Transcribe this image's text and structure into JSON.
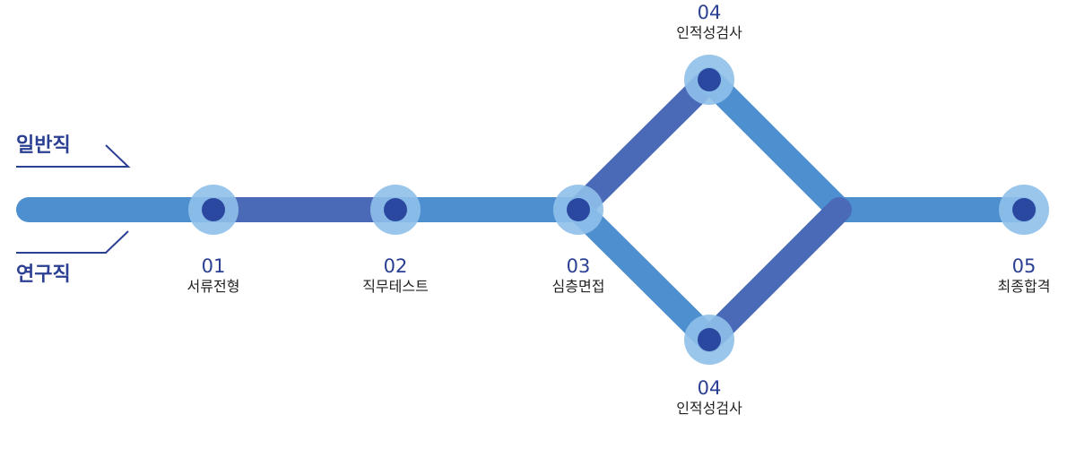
{
  "colors": {
    "line_light": "#4d8fcf",
    "line_dark": "#4a6ab7",
    "node_outer": "#8fc0ea",
    "node_inner": "#2b48a0",
    "text_accent": "#2b3f93",
    "text_body": "#222222"
  },
  "tracks": {
    "general": "일반직",
    "research": "연구직"
  },
  "steps": [
    {
      "num": "01",
      "name": "서류전형"
    },
    {
      "num": "02",
      "name": "직무테스트"
    },
    {
      "num": "03",
      "name": "심층면접"
    },
    {
      "num": "04",
      "name": "인적성검사",
      "branch": "general"
    },
    {
      "num": "04",
      "name": "인적성검사",
      "branch": "research"
    },
    {
      "num": "05",
      "name": "최종합격"
    }
  ]
}
